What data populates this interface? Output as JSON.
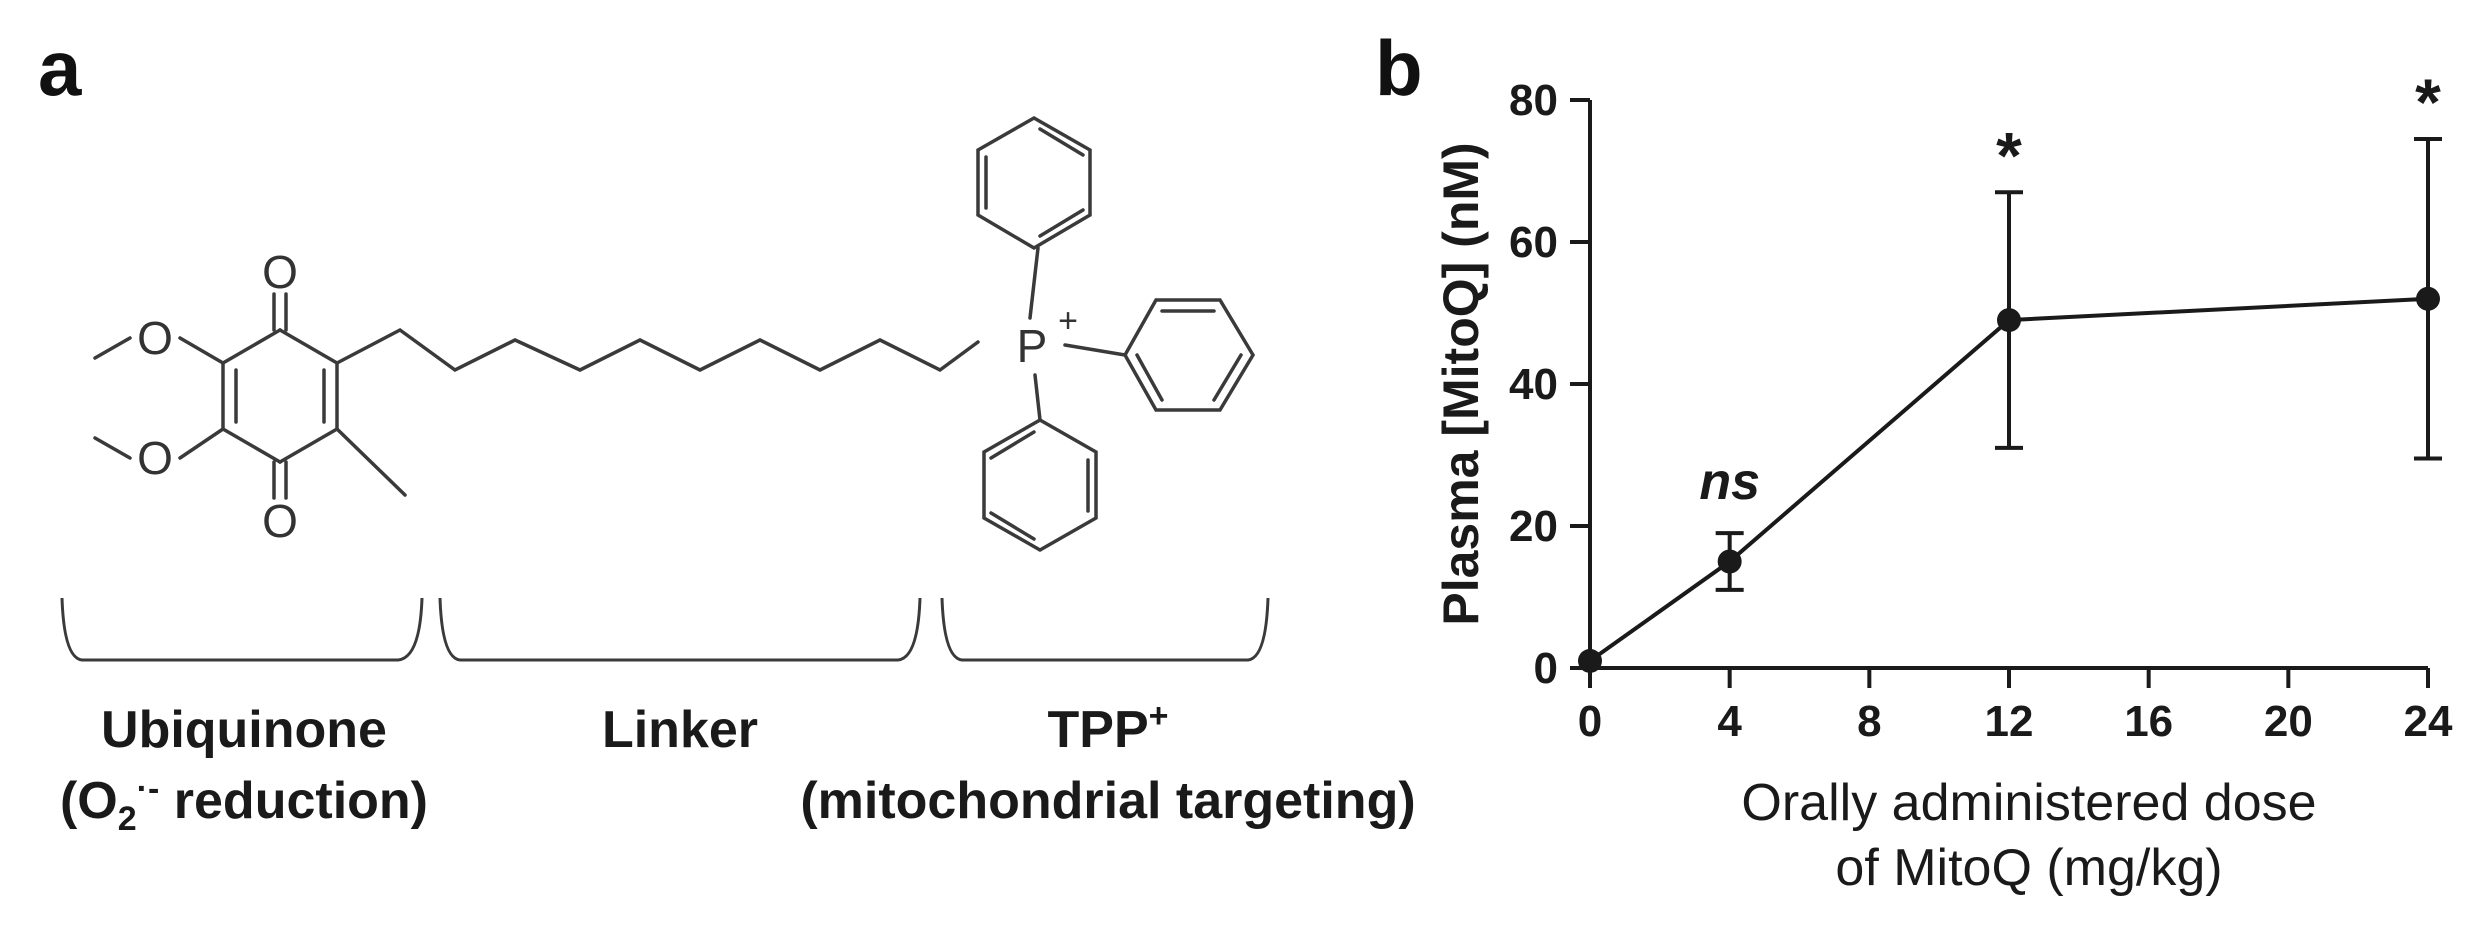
{
  "panel_a": {
    "label": "a",
    "atoms": {
      "oxygen": "O",
      "phosphorus": "P",
      "charge": "+"
    },
    "captions": {
      "ubiquinone_title": "Ubiquinone",
      "ubiquinone_sub_open": "(O",
      "ubiquinone_sub_index": "2",
      "ubiquinone_sub_charge": "·-",
      "ubiquinone_sub_rest": " reduction)",
      "linker": "Linker",
      "tpp_title": "TPP",
      "tpp_charge": "+",
      "tpp_sub": "(mitochondrial targeting)"
    }
  },
  "panel_b": {
    "label": "b"
  },
  "chart_data": {
    "type": "line",
    "x": [
      0,
      4,
      12,
      24
    ],
    "y": [
      1,
      15,
      49,
      52
    ],
    "error": [
      0.5,
      4,
      18,
      22.5
    ],
    "xlim": [
      0,
      24
    ],
    "ylim": [
      0,
      80
    ],
    "xticks": [
      0,
      4,
      8,
      12,
      16,
      20,
      24
    ],
    "yticks": [
      0,
      20,
      40,
      60,
      80
    ],
    "xlabel_line1": "Orally administered dose",
    "xlabel_line2": "of MitoQ (mg/kg)",
    "ylabel": "Plasma [MitoQ] (nM)",
    "annotations": [
      {
        "x": 4,
        "text": "ns"
      },
      {
        "x": 12,
        "text": "*"
      },
      {
        "x": 24,
        "text": "*"
      }
    ],
    "grid": false
  }
}
